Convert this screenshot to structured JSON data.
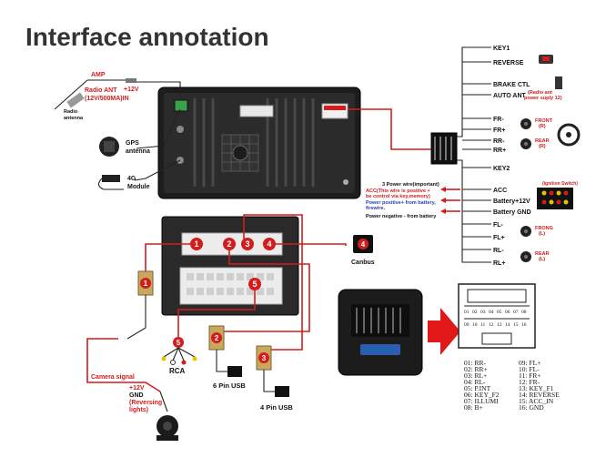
{
  "title": "Interface annotation",
  "left": {
    "amp": "AMP",
    "plus12v": "+12V",
    "radio_ant_l1": "Radio ANT",
    "radio_ant_l2": "(12V/500MA)IN",
    "radio_antenna_l1": "Radio",
    "radio_antenna_l2": "antenna",
    "gps_l1": "GPS",
    "gps_l2": "antenna",
    "g4_l1": "4G",
    "g4_l2": "Module"
  },
  "right": {
    "key1": "KEY1",
    "reverse": "REVERSE",
    "brake": "BRAKE CTL",
    "auto_ant": "AUTO ANT",
    "auto_ant_note_l1": "(Radio ant",
    "auto_ant_note_l2": "power suply 12)",
    "fr_minus": "FR-",
    "fr_plus": "FR+",
    "rr_minus": "RR-",
    "rr_plus": "RR+",
    "front_r_l1": "FRONT",
    "front_r_l2": "(R)",
    "rear_r_l1": "REAR",
    "rear_r_l2": "(R)",
    "key2": "KEY2",
    "acc": "ACC",
    "ignition": "(Ignition Switch)",
    "battery12": "Battery+12V",
    "battery_gnd": "Battery GND",
    "fl_minus": "FL-",
    "fl_plus": "FL+",
    "front_l_l1": "FRONG",
    "front_l_l2": "(L)",
    "rl_minus": "RL-",
    "rl_plus": "RL+",
    "rear_l_l1": "REAR",
    "rear_l_l2": "(L)"
  },
  "middle": {
    "power3_a": "3 Power wire(important)",
    "power3_b": "ACC(This wire is positive +",
    "power3_c": "be control via key,memory)",
    "power3_d": "Power positive+ from battery,",
    "power3_e": "firewire.",
    "power3_f": "Power negative - from battery"
  },
  "lower": {
    "badges": [
      "1",
      "2",
      "3",
      "4",
      "5"
    ],
    "canbus": "Canbus",
    "rca": "RCA",
    "camera_signal": "Camera signal",
    "cam_12v": "+12V",
    "cam_gnd": "GND",
    "reversing_l1": "(Reversing",
    "reversing_l2": "lights)",
    "usb6": "6 Pin USB",
    "usb4": "4 Pin USB"
  },
  "pinout": {
    "top_numbers": [
      "01",
      "02",
      "03",
      "04",
      "05",
      "06",
      "07",
      "08"
    ],
    "bottom_numbers": [
      "09",
      "10",
      "11",
      "12",
      "13",
      "14",
      "15",
      "16"
    ],
    "col1": [
      "01:  RR-",
      "02:  RR+",
      "03:  RL+",
      "04:  RL-",
      "05:  P.INT",
      "06:  KEY_F2",
      "07:  ILLUMI",
      "08:  B+"
    ],
    "col2": [
      "09:  FL+",
      "10:  FL-",
      "11:  FR+",
      "12:  FR-",
      "13:  KEY_F1",
      "14:  REVERSE",
      "15:  ACC_IN",
      "16:  GND"
    ]
  }
}
